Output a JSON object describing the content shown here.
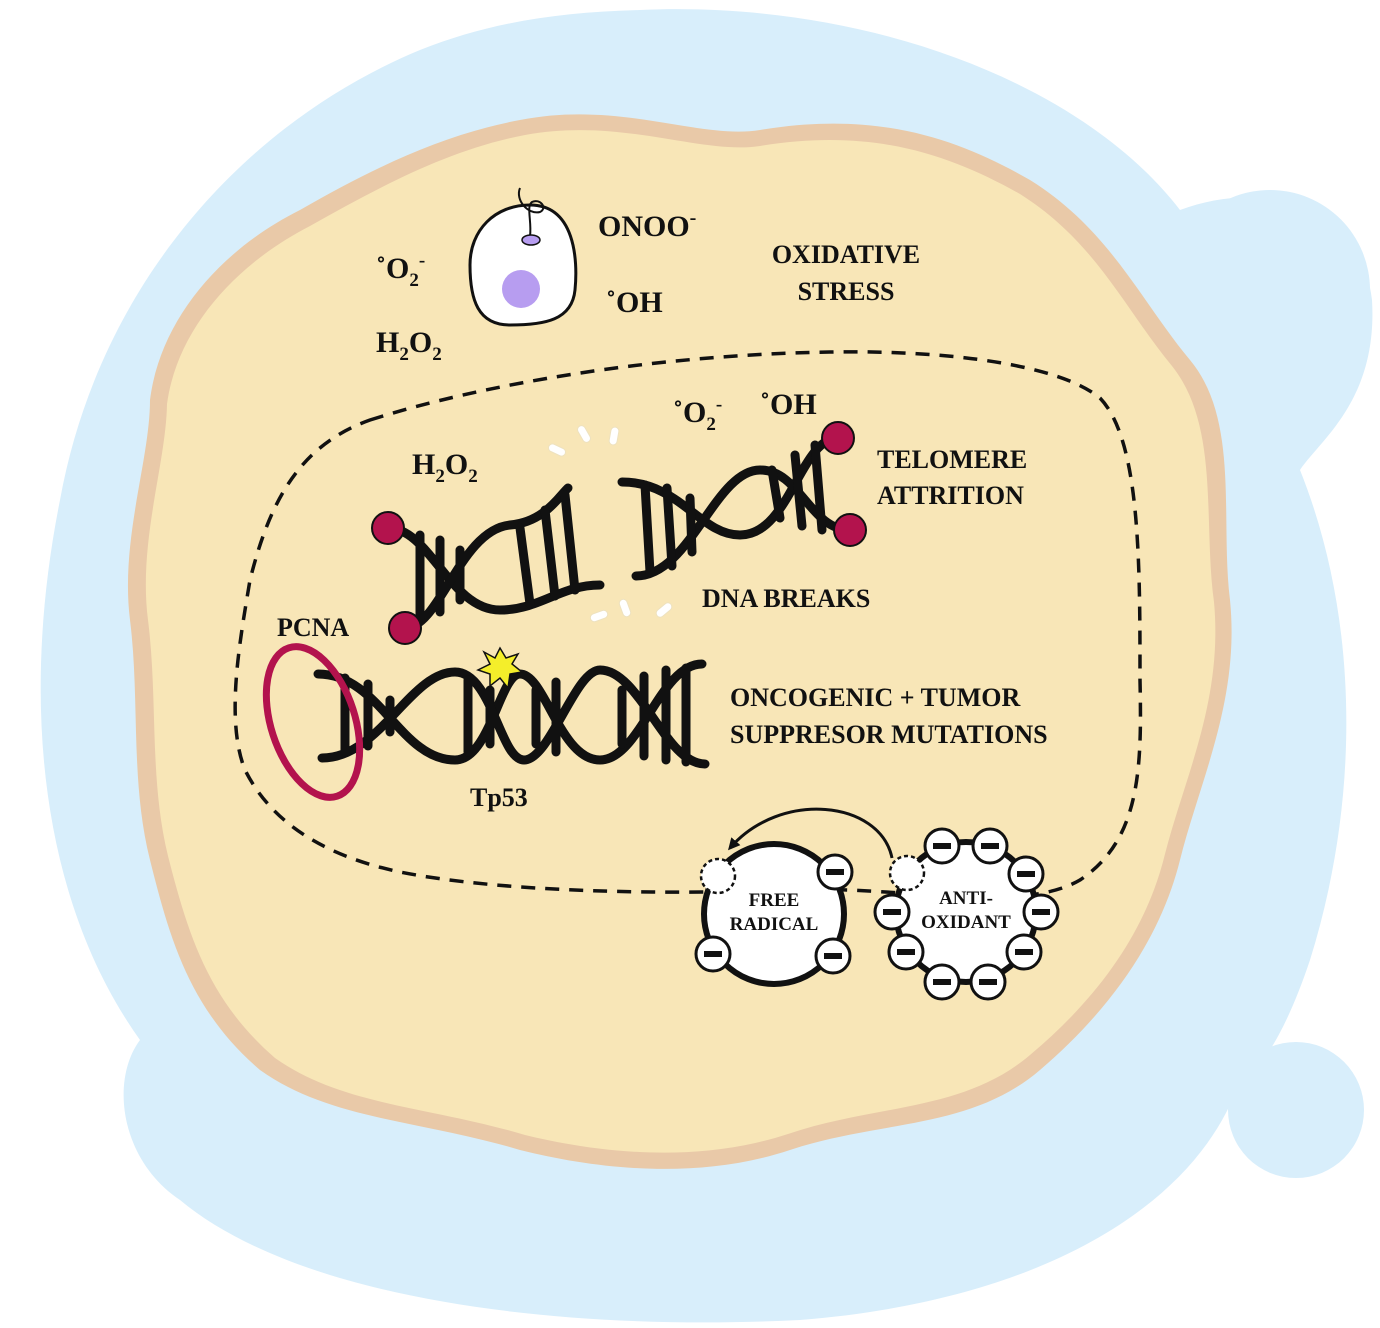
{
  "colors": {
    "outer_blob": "#d8eefb",
    "cell_fill": "#f8e6b7",
    "membrane": "#e8c3a3",
    "telomere": "#b3134d",
    "pcna_ring": "#b3134d",
    "dna": "#111111",
    "organelle_nucleus": "#b79df0",
    "mutation_star": "#f4ee2a",
    "break_marks": "#ffffff"
  },
  "oxidative": {
    "onoo": "ONOO",
    "onoo_sup": "-",
    "o2_dot": "˚",
    "o2": "O",
    "o2_sub": "2",
    "o2_sup": "-",
    "oh": "˚OH",
    "h2o2_h": "H",
    "h2o2_sub1": "2",
    "h2o2_o": "O",
    "h2o2_sub2": "2",
    "title_line1": "OXIDATIVE",
    "title_line2": "STRESS"
  },
  "nucleus_labels": {
    "o2_dot": "˚",
    "o2": "O",
    "o2_sub": "2",
    "o2_sup": "-",
    "oh": "˚OH",
    "h2o2_h": "H",
    "h2o2_sub1": "2",
    "h2o2_o": "O",
    "h2o2_sub2": "2",
    "telomere_line1": "TELOMERE",
    "telomere_line2": "ATTRITION",
    "dna_breaks": "DNA BREAKS",
    "pcna": "PCNA",
    "tp53": "Tp53",
    "mutations_line1": "ONCOGENIC + TUMOR",
    "mutations_line2": "SUPPRESOR MUTATIONS"
  },
  "radicals": {
    "free_radical_line1": "FREE",
    "free_radical_line2": "RADICAL",
    "antioxidant_line1": "ANTI-",
    "antioxidant_line2": "OXIDANT",
    "minus": "−"
  },
  "icons": [
    "mitochondrion-cell-icon",
    "dna-helix-icon",
    "telomere-cap-icon",
    "pcna-ring-icon",
    "mutation-star-icon",
    "free-radical-icon",
    "antioxidant-icon",
    "electron-transfer-arrow-icon"
  ]
}
